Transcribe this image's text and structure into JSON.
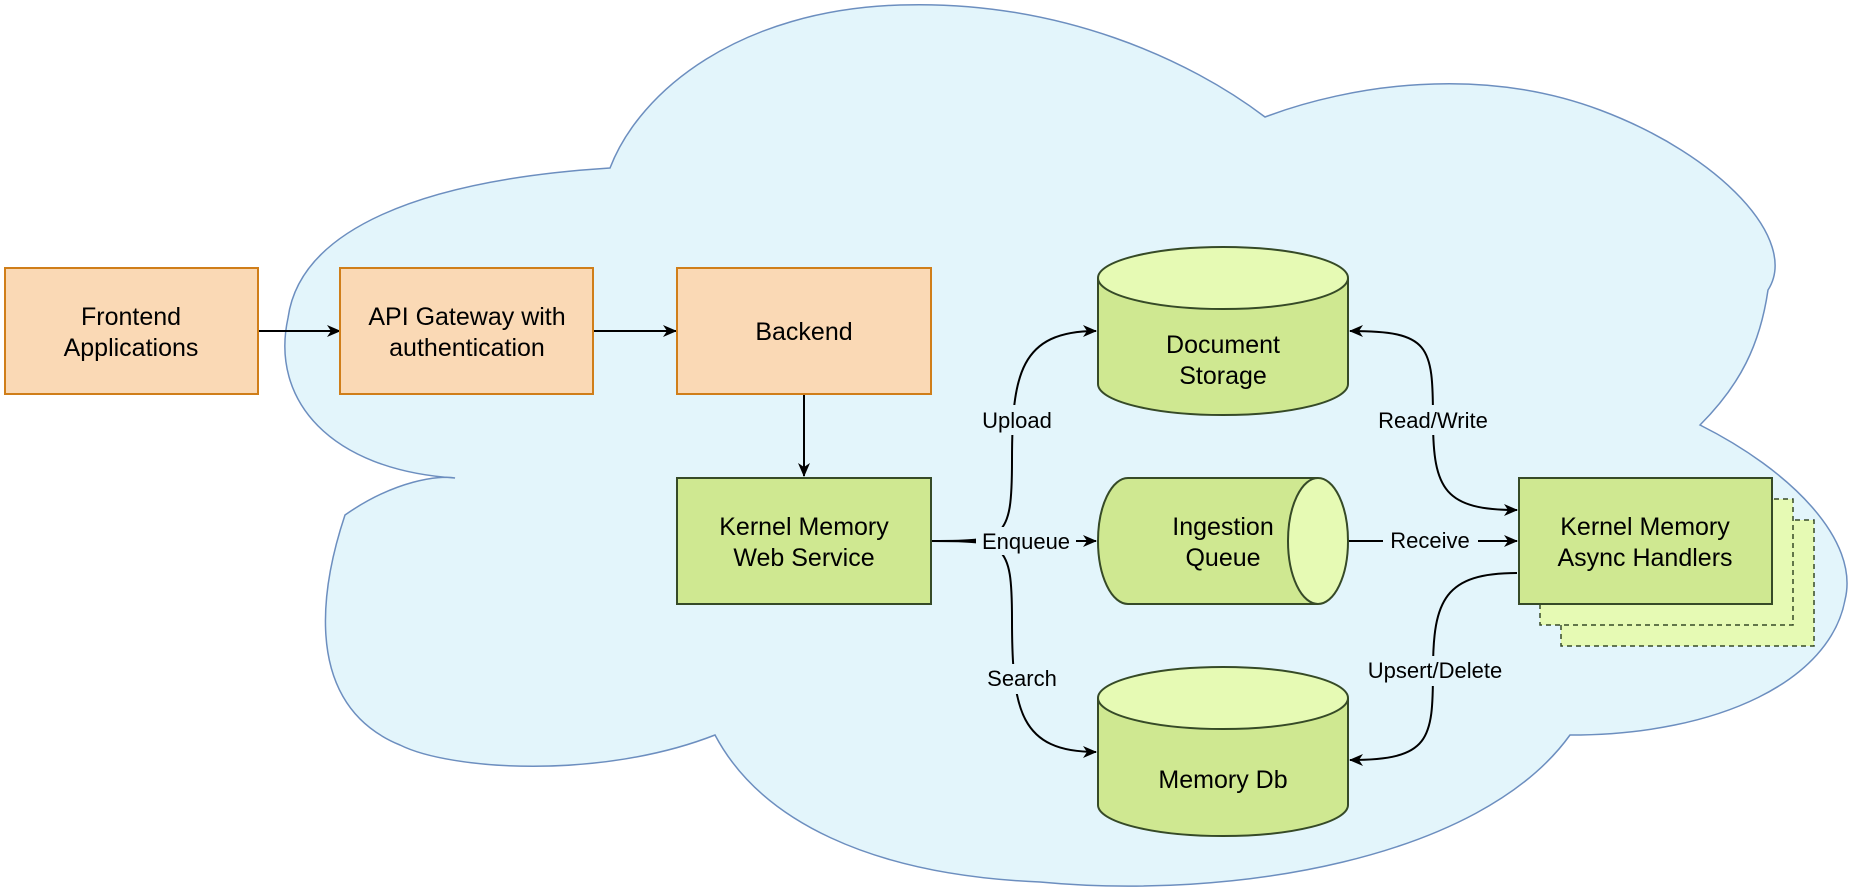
{
  "colors": {
    "cloud_fill": "#e3f5fb",
    "cloud_stroke": "#6c8ebf",
    "orange_fill": "#fad9b5",
    "orange_stroke": "#d07e19",
    "green_fill": "#cfe891",
    "green_top_fill": "#e6fab4",
    "green_stroke": "#364a27",
    "arrow": "#000000"
  },
  "nodes": {
    "frontend": {
      "line1": "Frontend",
      "line2": "Applications"
    },
    "gateway": {
      "line1": "API Gateway with",
      "line2": "authentication"
    },
    "backend": {
      "label": "Backend"
    },
    "webservice": {
      "line1": "Kernel Memory",
      "line2": "Web Service"
    },
    "docstorage": {
      "line1": "Document",
      "line2": "Storage"
    },
    "queue": {
      "line1": "Ingestion",
      "line2": "Queue"
    },
    "memorydb": {
      "label": "Memory Db"
    },
    "handlers": {
      "line1": "Kernel Memory",
      "line2": "Async Handlers"
    }
  },
  "edges": {
    "upload": "Upload",
    "enqueue": "Enqueue",
    "search": "Search",
    "readwrite": "Read/Write",
    "receive": "Receive",
    "upsertdelete": "Upsert/Delete"
  }
}
